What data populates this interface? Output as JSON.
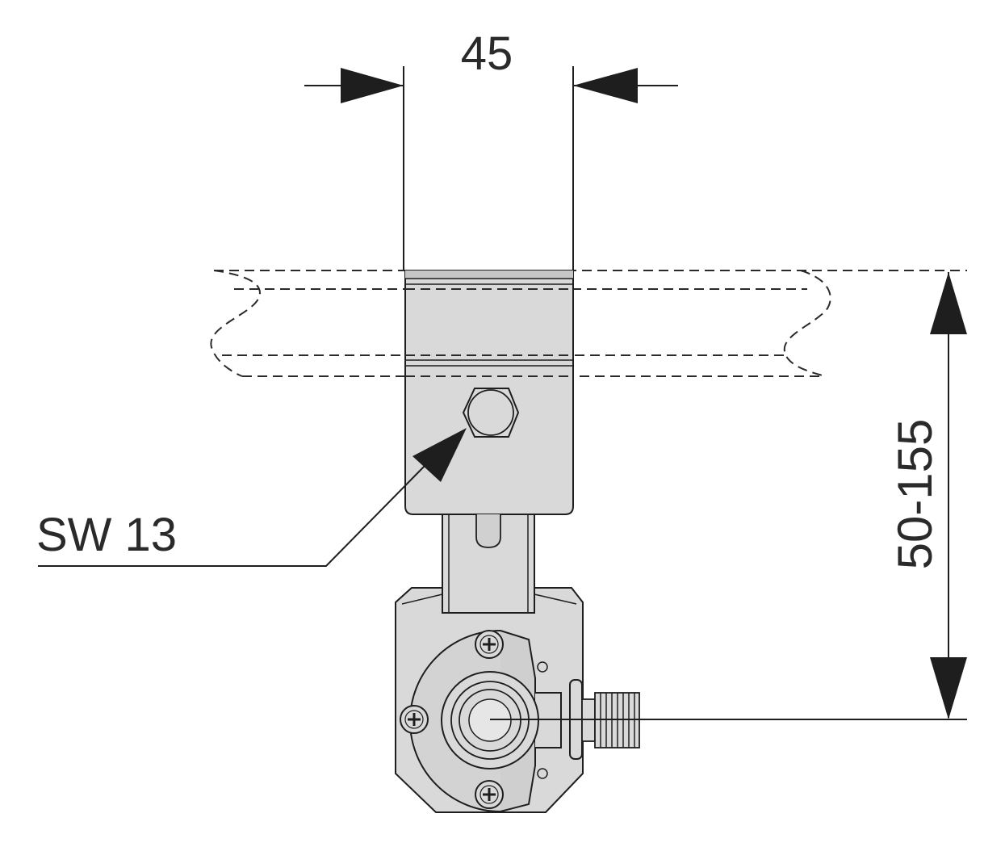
{
  "dimensions": {
    "width_label": "45",
    "height_label": "50-155",
    "wrench_label": "SW 13"
  },
  "colors": {
    "line": "#1e1e1e",
    "part_fill": "#d9d9d9",
    "part_shade": "#c6c6c6",
    "background": "#ffffff"
  }
}
